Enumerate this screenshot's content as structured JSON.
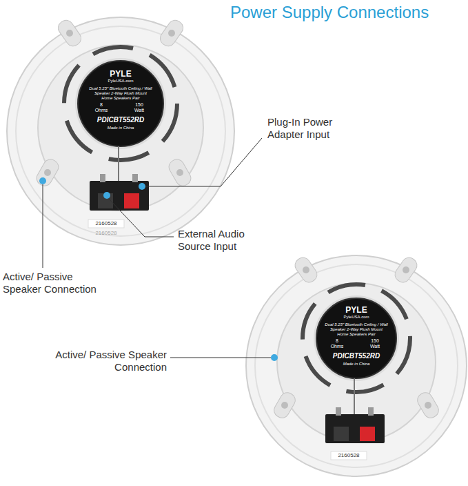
{
  "diagram": {
    "title": "Power Supply Connections",
    "labels": [
      "Plug-In Power Adapter Input",
      "External Audio Source Input",
      "Active/ Passive Speaker Connection",
      "PYLE",
      "PyleUSA.com",
      "Dual 5.25\" Bluetooth Ceiling / Wall Speaker 2-Way Flush Mount Home Speakers Pair",
      "8 Ohms",
      "150 Watt",
      "PDICBT552RD",
      "Made in China",
      "2160528",
      "2160528",
      "Active/ Passive Speaker Connection",
      "PYLE",
      "PyleUSA.com",
      "Dual 5.25\" Bluetooth Ceiling / Wall Speaker 2-Way Flush Mount Home Speakers Pair",
      "8 Ohms",
      "150 Watt",
      "PDICBT552RD",
      "Made in China",
      "2160528"
    ]
  }
}
